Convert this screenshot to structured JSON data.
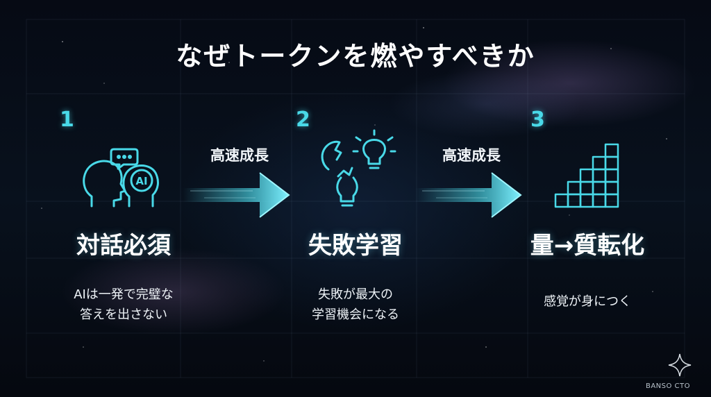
{
  "slide": {
    "title": "なぜトークンを燃やすべきか",
    "steps": [
      {
        "number": "1",
        "heading": "対話必須",
        "desc_lines": [
          "AIは一発で完璧な",
          "答えを出さない"
        ],
        "icon": "head-dialogue-icon",
        "icon_text": "AI"
      },
      {
        "number": "2",
        "heading": "失敗学習",
        "desc_lines": [
          "失敗が最大の",
          "学習機会になる"
        ],
        "icon": "broken-bulb-icon"
      },
      {
        "number": "3",
        "heading": "量→質転化",
        "desc_lines": [
          "感覚が身につく"
        ],
        "icon": "block-staircase-icon"
      }
    ],
    "arrows": [
      {
        "label": "高速成長",
        "icon": "glowing-arrow-icon"
      },
      {
        "label": "高速成長",
        "icon": "glowing-arrow-icon"
      }
    ],
    "footer": "BANSO CTO",
    "logo_icon": "sparkle-star-icon",
    "colors": {
      "accent": "#49d9e8",
      "background": "#05080f",
      "text": "#ffffff"
    }
  }
}
